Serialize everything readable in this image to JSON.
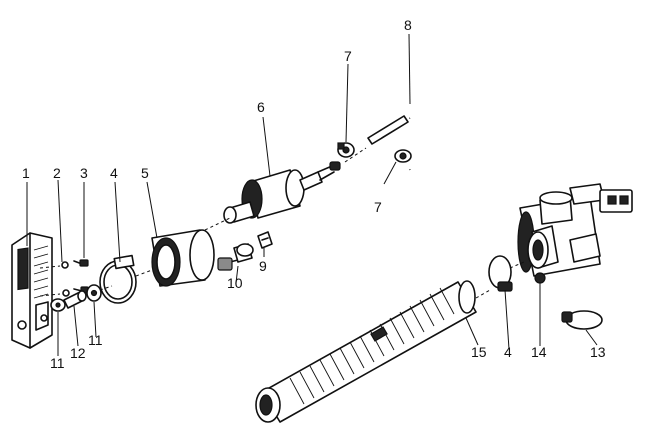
{
  "diagram": {
    "callouts": [
      {
        "id": "c1",
        "label": "1"
      },
      {
        "id": "c2",
        "label": "2"
      },
      {
        "id": "c3",
        "label": "3"
      },
      {
        "id": "c4a",
        "label": "4"
      },
      {
        "id": "c5",
        "label": "5"
      },
      {
        "id": "c6",
        "label": "6"
      },
      {
        "id": "c7a",
        "label": "7"
      },
      {
        "id": "c8",
        "label": "8"
      },
      {
        "id": "c7b",
        "label": "7"
      },
      {
        "id": "c9",
        "label": "9"
      },
      {
        "id": "c10",
        "label": "10"
      },
      {
        "id": "c11a",
        "label": "11"
      },
      {
        "id": "c11b",
        "label": "11"
      },
      {
        "id": "c12",
        "label": "12"
      },
      {
        "id": "c15",
        "label": "15"
      },
      {
        "id": "c4b",
        "label": "4"
      },
      {
        "id": "c14",
        "label": "14"
      },
      {
        "id": "c13",
        "label": "13"
      }
    ]
  }
}
